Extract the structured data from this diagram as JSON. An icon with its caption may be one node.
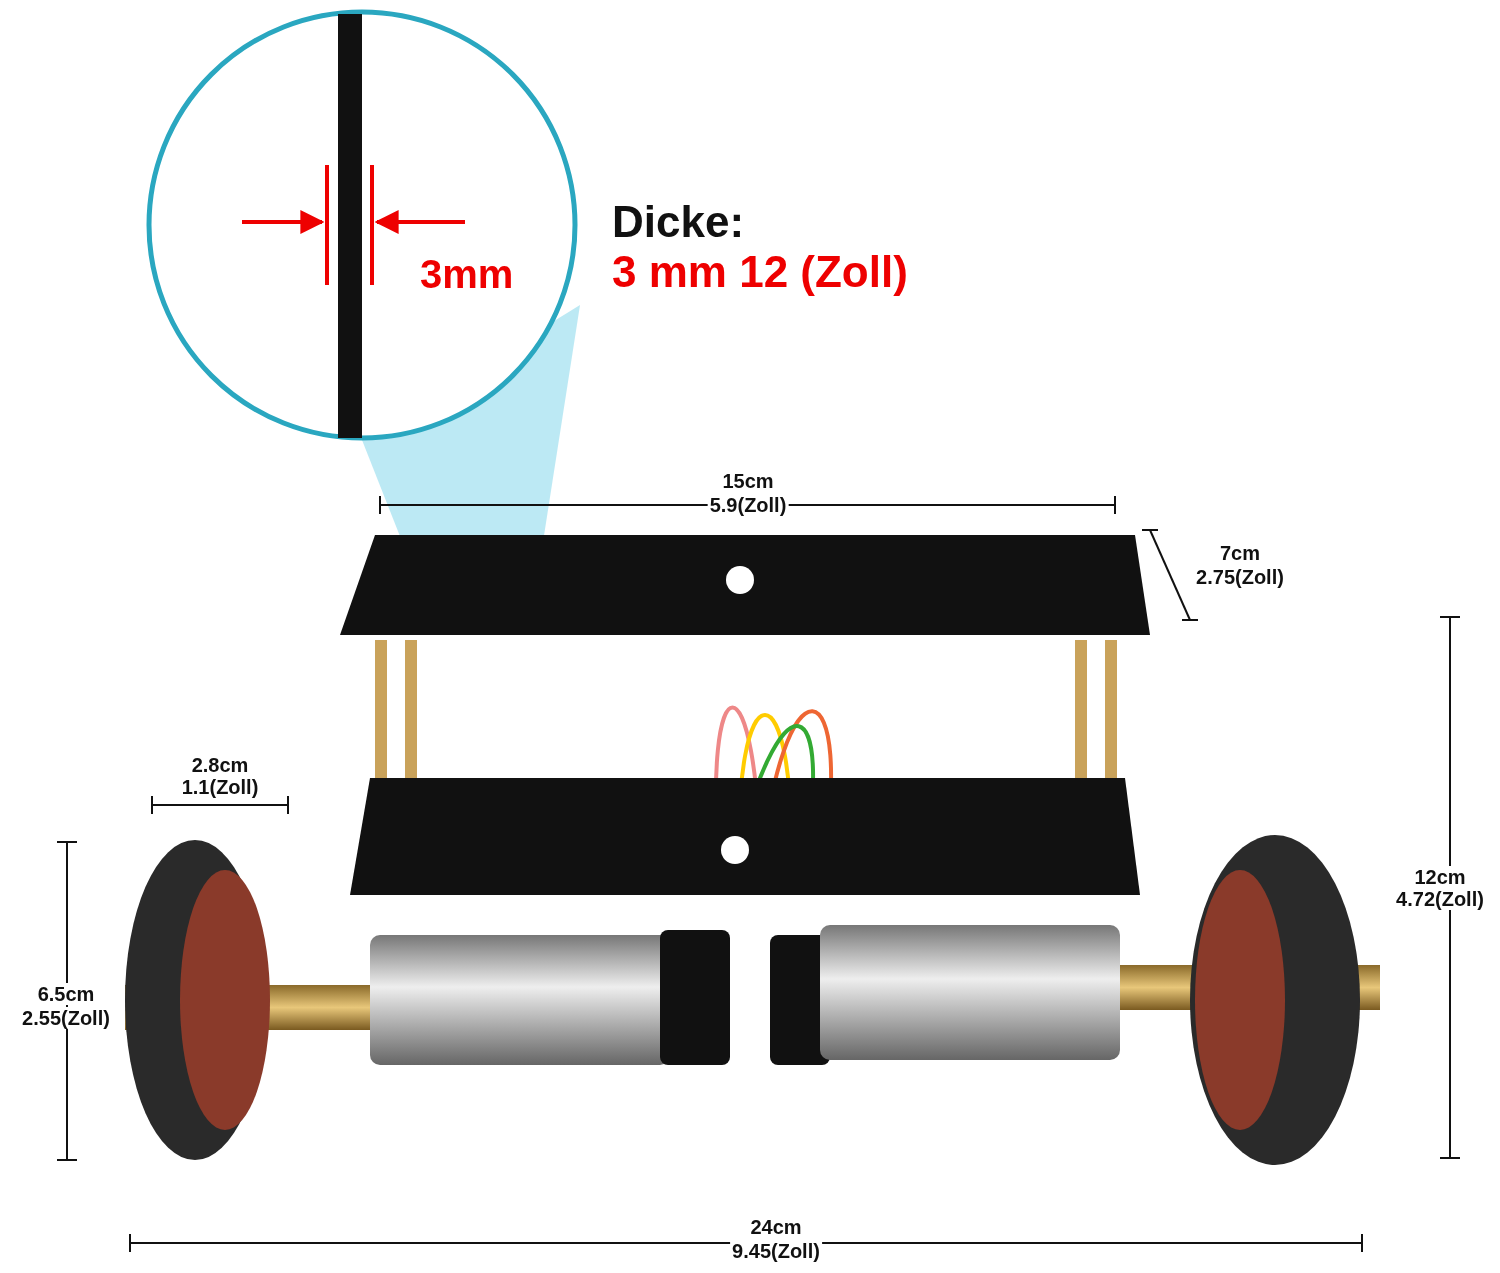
{
  "diagram": {
    "labels": [
      "Dicke:",
      "3mm",
      "3 mm 12 (Zoll)",
      "15cm",
      "5.9(Zoll)",
      "7cm",
      "2.75(Zoll)",
      "2.8cm",
      "1.1(Zoll)",
      "12cm",
      "4.72(Zoll)",
      "6.5cm",
      "2.55(Zoll)",
      "24cm",
      "9.45(Zoll)"
    ]
  }
}
